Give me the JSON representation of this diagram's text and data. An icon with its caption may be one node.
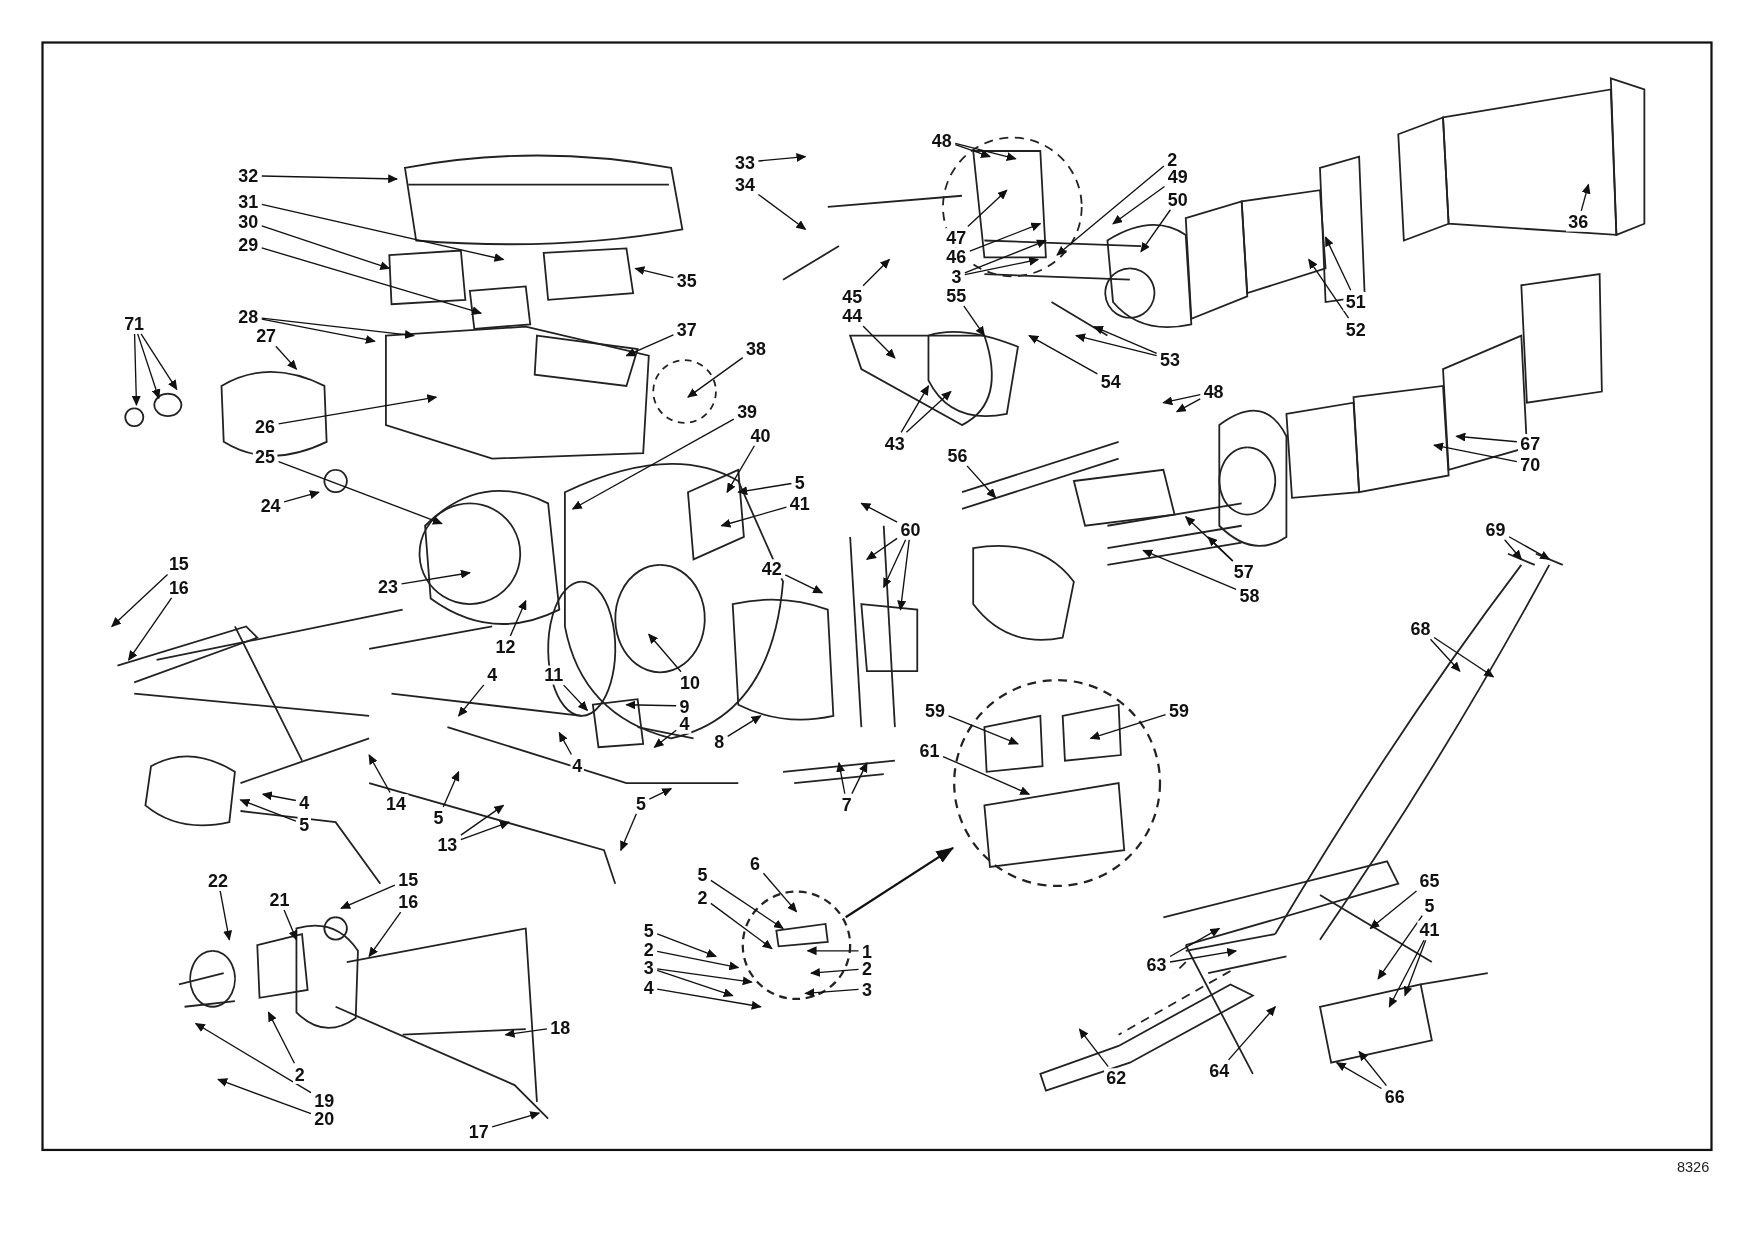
{
  "diagram": {
    "nodes": [
      {
        "text": [
          "32"
        ]
      },
      {
        "text": [
          "31"
        ]
      },
      {
        "text": [
          "30"
        ]
      },
      {
        "text": [
          "29"
        ]
      },
      {
        "text": [
          "28"
        ]
      },
      {
        "text": [
          "27"
        ]
      },
      {
        "text": [
          "71"
        ]
      },
      {
        "text": [
          "35"
        ]
      },
      {
        "text": [
          "37"
        ]
      },
      {
        "text": [
          "38"
        ]
      },
      {
        "text": [
          "26"
        ]
      },
      {
        "text": [
          "25"
        ]
      },
      {
        "text": [
          "24"
        ]
      },
      {
        "text": [
          "39"
        ]
      },
      {
        "text": [
          "40"
        ]
      },
      {
        "text": [
          "33"
        ]
      },
      {
        "text": [
          "34"
        ]
      },
      {
        "text": [
          "48"
        ]
      },
      {
        "text": [
          "2"
        ]
      },
      {
        "text": [
          "49"
        ]
      },
      {
        "text": [
          "50"
        ]
      },
      {
        "text": [
          "47"
        ]
      },
      {
        "text": [
          "46"
        ]
      },
      {
        "text": [
          "3"
        ]
      },
      {
        "text": [
          "55"
        ]
      },
      {
        "text": [
          "45"
        ]
      },
      {
        "text": [
          "44"
        ]
      },
      {
        "text": [
          "43"
        ]
      },
      {
        "text": [
          "54"
        ]
      },
      {
        "text": [
          "53"
        ]
      },
      {
        "text": [
          "51"
        ]
      },
      {
        "text": [
          "52"
        ]
      },
      {
        "text": [
          "36"
        ]
      },
      {
        "text": [
          "48"
        ]
      },
      {
        "text": [
          "56"
        ]
      },
      {
        "text": [
          "67"
        ]
      },
      {
        "text": [
          "70"
        ]
      },
      {
        "text": [
          "57"
        ]
      },
      {
        "text": [
          "58"
        ]
      },
      {
        "text": [
          "60"
        ]
      },
      {
        "text": [
          "5"
        ]
      },
      {
        "text": [
          "41"
        ]
      },
      {
        "text": [
          "42"
        ]
      },
      {
        "text": [
          "23"
        ]
      },
      {
        "text": [
          "15"
        ]
      },
      {
        "text": [
          "16"
        ]
      },
      {
        "text": [
          "12"
        ]
      },
      {
        "text": [
          "10"
        ]
      },
      {
        "text": [
          "9"
        ]
      },
      {
        "text": [
          "8"
        ]
      },
      {
        "text": [
          "4"
        ]
      },
      {
        "text": [
          "11"
        ]
      },
      {
        "text": [
          "4"
        ]
      },
      {
        "text": [
          "4"
        ]
      },
      {
        "text": [
          "5"
        ]
      },
      {
        "text": [
          "5"
        ]
      },
      {
        "text": [
          "13"
        ]
      },
      {
        "text": [
          "4"
        ]
      },
      {
        "text": [
          "5"
        ]
      },
      {
        "text": [
          "14"
        ]
      },
      {
        "text": [
          "7"
        ]
      },
      {
        "text": [
          "59"
        ]
      },
      {
        "text": [
          "59"
        ]
      },
      {
        "text": [
          "61"
        ]
      },
      {
        "text": [
          "69"
        ]
      },
      {
        "text": [
          "68"
        ]
      },
      {
        "text": [
          "22"
        ]
      },
      {
        "text": [
          "21"
        ]
      },
      {
        "text": [
          "15"
        ]
      },
      {
        "text": [
          "16"
        ]
      },
      {
        "text": [
          "2"
        ]
      },
      {
        "text": [
          "19"
        ]
      },
      {
        "text": [
          "20"
        ]
      },
      {
        "text": [
          "18"
        ]
      },
      {
        "text": [
          "17"
        ]
      },
      {
        "text": [
          "5"
        ]
      },
      {
        "text": [
          "6"
        ]
      },
      {
        "text": [
          "2"
        ]
      },
      {
        "text": [
          "5"
        ]
      },
      {
        "text": [
          "2"
        ]
      },
      {
        "text": [
          "3"
        ]
      },
      {
        "text": [
          "4"
        ]
      },
      {
        "text": [
          "1"
        ]
      },
      {
        "text": [
          "2"
        ]
      },
      {
        "text": [
          "3"
        ]
      },
      {
        "text": [
          "65"
        ]
      },
      {
        "text": [
          "5"
        ]
      },
      {
        "text": [
          "41"
        ]
      },
      {
        "text": [
          "63"
        ]
      },
      {
        "text": [
          "62"
        ]
      },
      {
        "text": [
          "64"
        ]
      },
      {
        "text": [
          "66"
        ]
      }
    ],
    "edges": [
      {
        "from": 0,
        "to": null,
        "arrow": "to"
      },
      {
        "from": 1,
        "to": null,
        "arrow": "to"
      },
      {
        "from": 2,
        "to": null,
        "arrow": "to"
      },
      {
        "from": 3,
        "to": null,
        "arrow": "to"
      },
      {
        "from": 4,
        "to": null,
        "arrow": "to"
      },
      {
        "from": 4,
        "to": null,
        "arrow": "to"
      },
      {
        "from": 5,
        "to": null,
        "arrow": "to"
      },
      {
        "from": 6,
        "to": null,
        "arrow": "to"
      },
      {
        "from": 6,
        "to": null,
        "arrow": "to"
      },
      {
        "from": 6,
        "to": null,
        "arrow": "to"
      },
      {
        "from": 7,
        "to": null,
        "arrow": "to"
      },
      {
        "from": 8,
        "to": null,
        "arrow": "to"
      },
      {
        "from": 9,
        "to": null,
        "arrow": "to"
      },
      {
        "from": 10,
        "to": null,
        "arrow": "to"
      },
      {
        "from": 11,
        "to": null,
        "arrow": "to"
      },
      {
        "from": 12,
        "to": null,
        "arrow": "to"
      },
      {
        "from": 13,
        "to": null,
        "arrow": "to"
      },
      {
        "from": 14,
        "to": null,
        "arrow": "to"
      },
      {
        "from": 15,
        "to": null,
        "arrow": "to"
      },
      {
        "from": 16,
        "to": null,
        "arrow": "to"
      },
      {
        "from": 17,
        "to": null,
        "arrow": "to"
      },
      {
        "from": 17,
        "to": null,
        "arrow": "to"
      },
      {
        "from": 18,
        "to": null,
        "arrow": "to"
      },
      {
        "from": 19,
        "to": null,
        "arrow": "to"
      },
      {
        "from": 20,
        "to": null,
        "arrow": "to"
      },
      {
        "from": 21,
        "to": null,
        "arrow": "to"
      },
      {
        "from": 22,
        "to": null,
        "arrow": "to"
      },
      {
        "from": 23,
        "to": null,
        "arrow": "to"
      },
      {
        "from": 23,
        "to": null,
        "arrow": "to"
      },
      {
        "from": 24,
        "to": null,
        "arrow": "to"
      },
      {
        "from": 25,
        "to": null,
        "arrow": "to"
      },
      {
        "from": 26,
        "to": null,
        "arrow": "to"
      },
      {
        "from": 27,
        "to": null,
        "arrow": "to"
      },
      {
        "from": 27,
        "to": null,
        "arrow": "to"
      },
      {
        "from": 28,
        "to": null,
        "arrow": "to"
      },
      {
        "from": 29,
        "to": null,
        "arrow": "to"
      },
      {
        "from": 29,
        "to": null,
        "arrow": "to"
      },
      {
        "from": 30,
        "to": null,
        "arrow": "to"
      },
      {
        "from": 31,
        "to": null,
        "arrow": "to"
      },
      {
        "from": 32,
        "to": null,
        "arrow": "to"
      },
      {
        "from": 33,
        "to": null,
        "arrow": "to"
      },
      {
        "from": 33,
        "to": null,
        "arrow": "to"
      },
      {
        "from": 34,
        "to": null,
        "arrow": "to"
      },
      {
        "from": 35,
        "to": null,
        "arrow": "to"
      },
      {
        "from": 36,
        "to": null,
        "arrow": "to"
      },
      {
        "from": 37,
        "to": null,
        "arrow": "to"
      },
      {
        "from": 37,
        "to": null,
        "arrow": "to"
      },
      {
        "from": 38,
        "to": null,
        "arrow": "to"
      },
      {
        "from": 39,
        "to": null,
        "arrow": "to"
      },
      {
        "from": 39,
        "to": null,
        "arrow": "to"
      },
      {
        "from": 39,
        "to": null,
        "arrow": "to"
      },
      {
        "from": 39,
        "to": null,
        "arrow": "to"
      },
      {
        "from": 40,
        "to": null,
        "arrow": "to"
      },
      {
        "from": 41,
        "to": null,
        "arrow": "to"
      },
      {
        "from": 42,
        "to": null,
        "arrow": "to"
      },
      {
        "from": 43,
        "to": null,
        "arrow": "to"
      },
      {
        "from": 44,
        "to": null,
        "arrow": "to"
      },
      {
        "from": 45,
        "to": null,
        "arrow": "to"
      },
      {
        "from": 46,
        "to": null,
        "arrow": "to"
      },
      {
        "from": 47,
        "to": null,
        "arrow": "to"
      },
      {
        "from": 48,
        "to": null,
        "arrow": "to"
      },
      {
        "from": 49,
        "to": null,
        "arrow": "to"
      },
      {
        "from": 50,
        "to": null,
        "arrow": "to"
      },
      {
        "from": 51,
        "to": null,
        "arrow": "to"
      },
      {
        "from": 52,
        "to": null,
        "arrow": "to"
      },
      {
        "from": 53,
        "to": null,
        "arrow": "to"
      },
      {
        "from": 54,
        "to": null,
        "arrow": "to"
      },
      {
        "from": 54,
        "to": null,
        "arrow": "to"
      },
      {
        "from": 55,
        "to": null,
        "arrow": "to"
      },
      {
        "from": 56,
        "to": null,
        "arrow": "to"
      },
      {
        "from": 56,
        "to": null,
        "arrow": "to"
      },
      {
        "from": 57,
        "to": null,
        "arrow": "to"
      },
      {
        "from": 58,
        "to": null,
        "arrow": "to"
      },
      {
        "from": 59,
        "to": null,
        "arrow": "to"
      },
      {
        "from": 60,
        "to": null,
        "arrow": "to"
      },
      {
        "from": 60,
        "to": null,
        "arrow": "to"
      },
      {
        "from": 61,
        "to": null,
        "arrow": "to"
      },
      {
        "from": 62,
        "to": null,
        "arrow": "to"
      },
      {
        "from": 63,
        "to": null,
        "arrow": "to"
      },
      {
        "from": 64,
        "to": null,
        "arrow": "to"
      },
      {
        "from": 64,
        "to": null,
        "arrow": "to"
      },
      {
        "from": 65,
        "to": null,
        "arrow": "to"
      },
      {
        "from": 65,
        "to": null,
        "arrow": "to"
      },
      {
        "from": 66,
        "to": null,
        "arrow": "to"
      },
      {
        "from": 67,
        "to": null,
        "arrow": "to"
      },
      {
        "from": 68,
        "to": null,
        "arrow": "to"
      },
      {
        "from": 69,
        "to": null,
        "arrow": "to"
      },
      {
        "from": 70,
        "to": null,
        "arrow": "to"
      },
      {
        "from": 71,
        "to": null,
        "arrow": "to"
      },
      {
        "from": 72,
        "to": null,
        "arrow": "to"
      },
      {
        "from": 73,
        "to": null,
        "arrow": "to"
      },
      {
        "from": 74,
        "to": null,
        "arrow": "to"
      },
      {
        "from": 75,
        "to": null,
        "arrow": "to"
      },
      {
        "from": 76,
        "to": null,
        "arrow": "to"
      },
      {
        "from": 77,
        "to": null,
        "arrow": "to"
      },
      {
        "from": 78,
        "to": null,
        "arrow": "to"
      },
      {
        "from": 79,
        "to": null,
        "arrow": "to"
      },
      {
        "from": 80,
        "to": null,
        "arrow": "to"
      },
      {
        "from": 80,
        "to": null,
        "arrow": "to"
      },
      {
        "from": 81,
        "to": null,
        "arrow": "to"
      },
      {
        "from": 82,
        "to": null,
        "arrow": "to"
      },
      {
        "from": 83,
        "to": null,
        "arrow": "to"
      },
      {
        "from": 84,
        "to": null,
        "arrow": "to"
      },
      {
        "from": 85,
        "to": null,
        "arrow": "to"
      },
      {
        "from": 86,
        "to": null,
        "arrow": "to"
      },
      {
        "from": 87,
        "to": null,
        "arrow": "to"
      },
      {
        "from": 87,
        "to": null,
        "arrow": "to"
      },
      {
        "from": 88,
        "to": null,
        "arrow": "to"
      },
      {
        "from": 88,
        "to": null,
        "arrow": "to"
      },
      {
        "from": 89,
        "to": null,
        "arrow": "to"
      },
      {
        "from": 90,
        "to": null,
        "arrow": "to"
      },
      {
        "from": 91,
        "to": null,
        "arrow": "to"
      },
      {
        "from": 91,
        "to": null,
        "arrow": "to"
      }
    ],
    "labels": [
      "8326"
    ]
  }
}
